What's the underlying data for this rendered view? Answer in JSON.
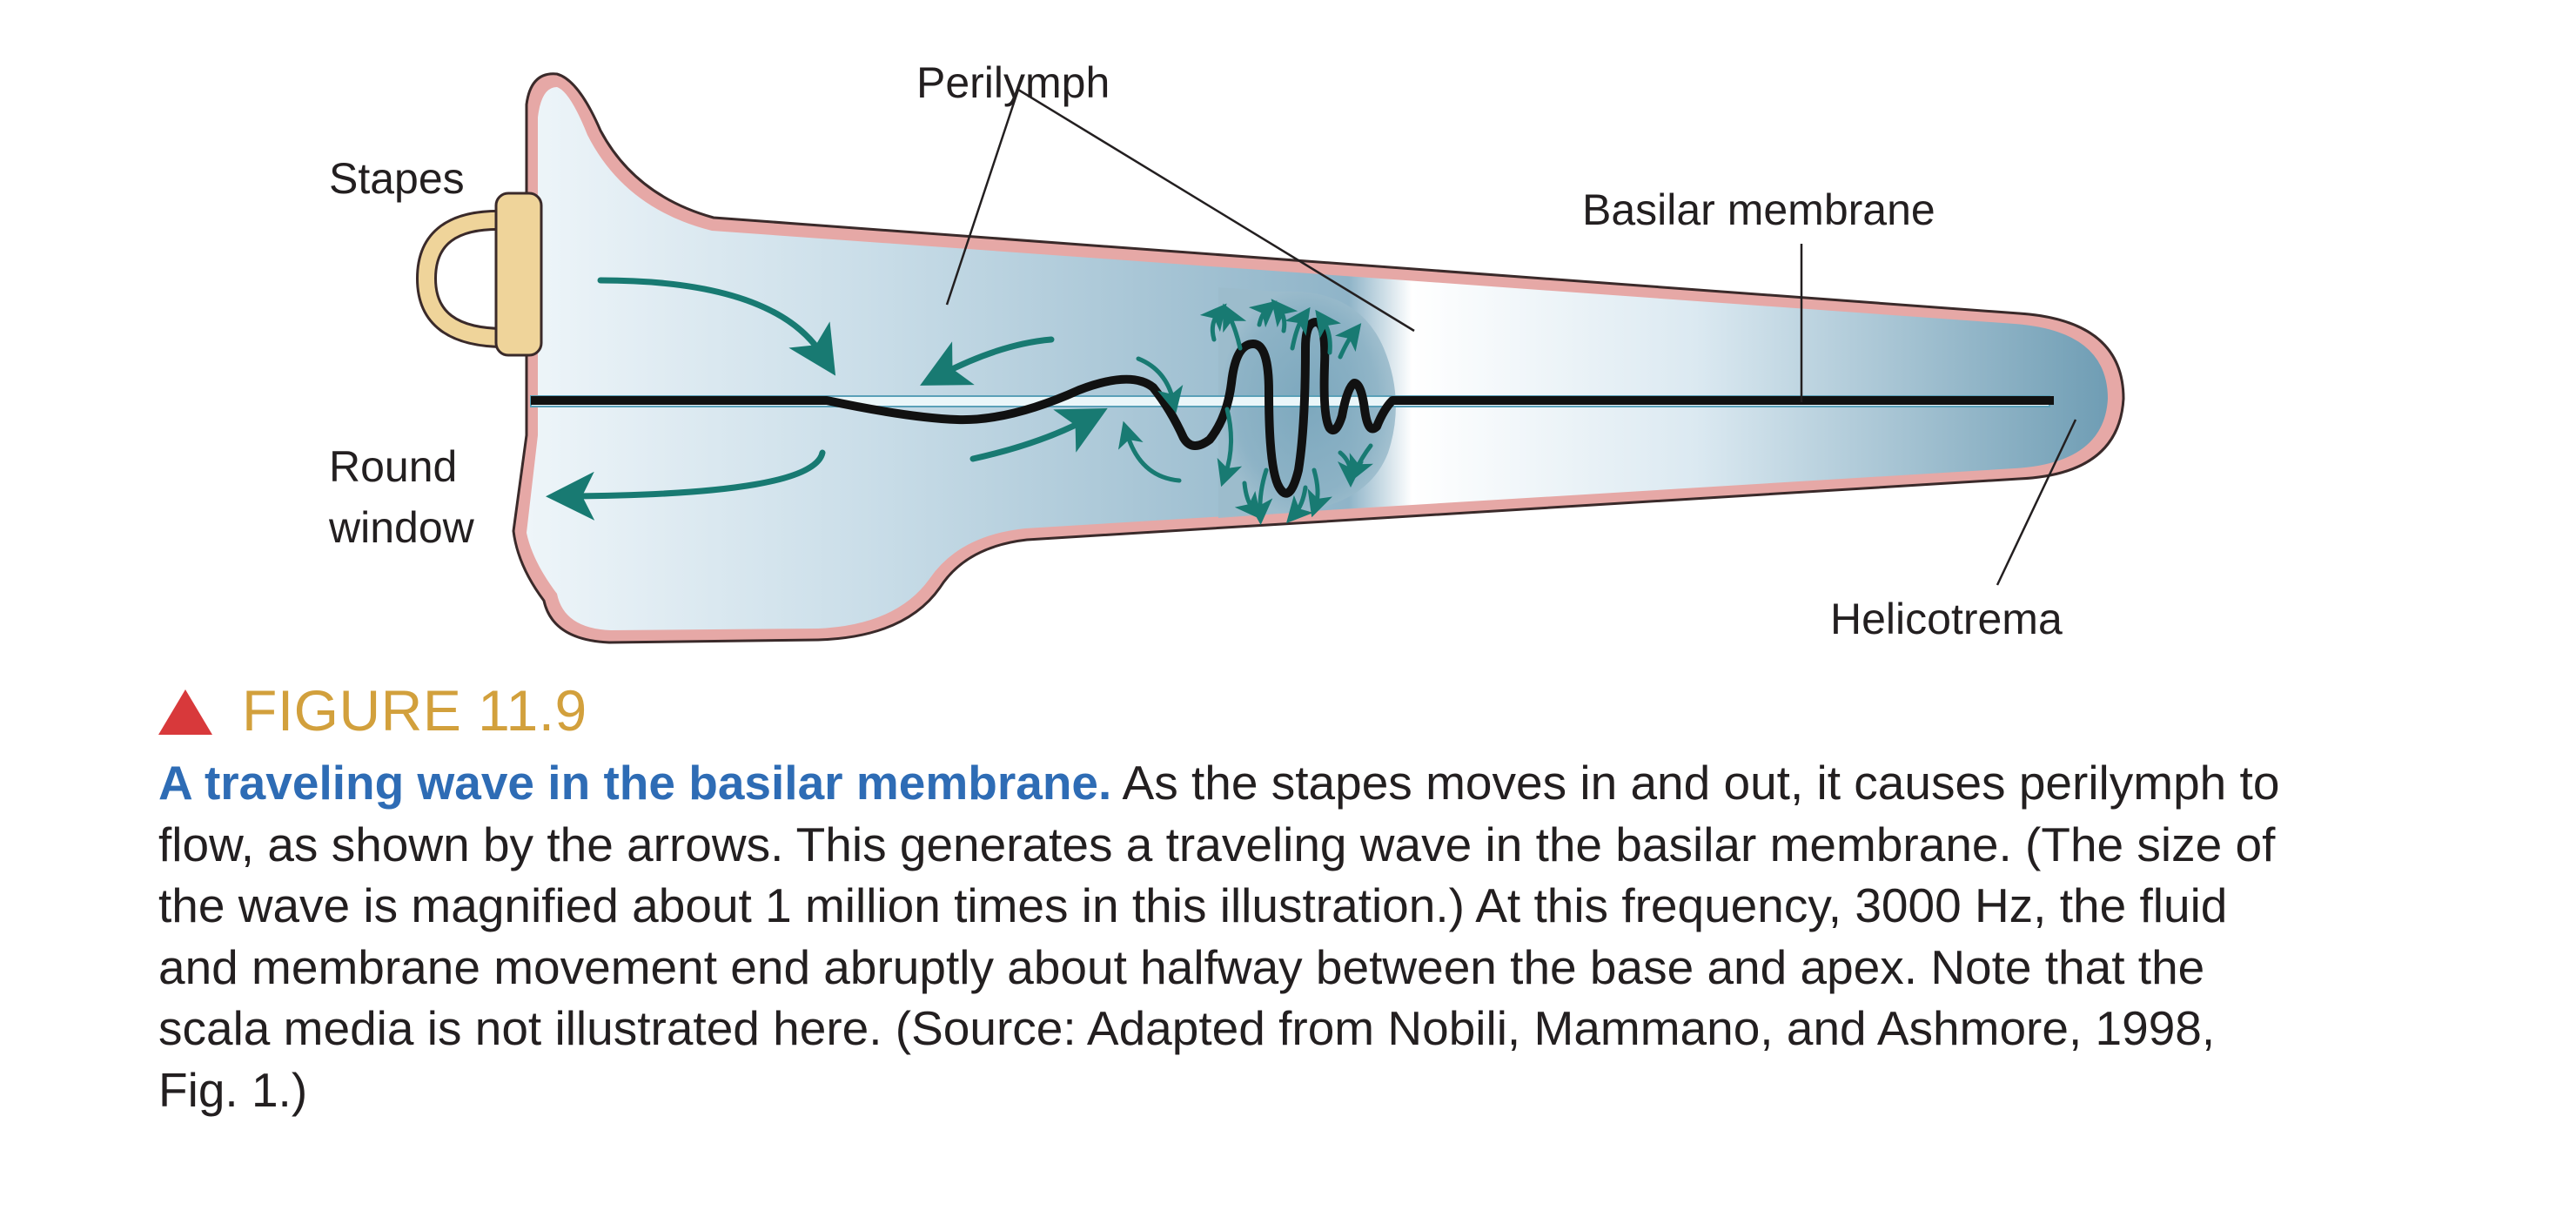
{
  "labels": {
    "perilymph": "Perilymph",
    "stapes": "Stapes",
    "basilar_membrane": "Basilar membrane",
    "round_window_line1": "Round",
    "round_window_line2": "window",
    "helicotrema": "Helicotrema"
  },
  "colors": {
    "wall": "#e6a8a6",
    "wall_outline": "#3a2a2a",
    "fluid_dark": "#7aa6bc",
    "fluid_light": "#eef5f9",
    "stapes": "#efd49a",
    "arrow": "#187a72",
    "membrane": "#111111",
    "figure_number": "#d2a03c",
    "caption_title": "#2e6cb5",
    "triangle": "#d8393b"
  },
  "caption": {
    "figure_number": "FIGURE 11.9",
    "title": "A traveling wave in the basilar membrane.",
    "text": " As the stapes moves in and out, it causes perilymph to flow, as shown by the arrows. This generates a traveling wave in the basilar membrane. (The size of the wave is magnified about 1 million times in this illustration.) At this frequency, 3000 Hz, the fluid and membrane movement end abruptly about halfway between the base and apex. Note that the scala media is not illustrated here. (Source: Adapted from Nobili, Mammano, and Ashmore, 1998, Fig. 1.)"
  }
}
